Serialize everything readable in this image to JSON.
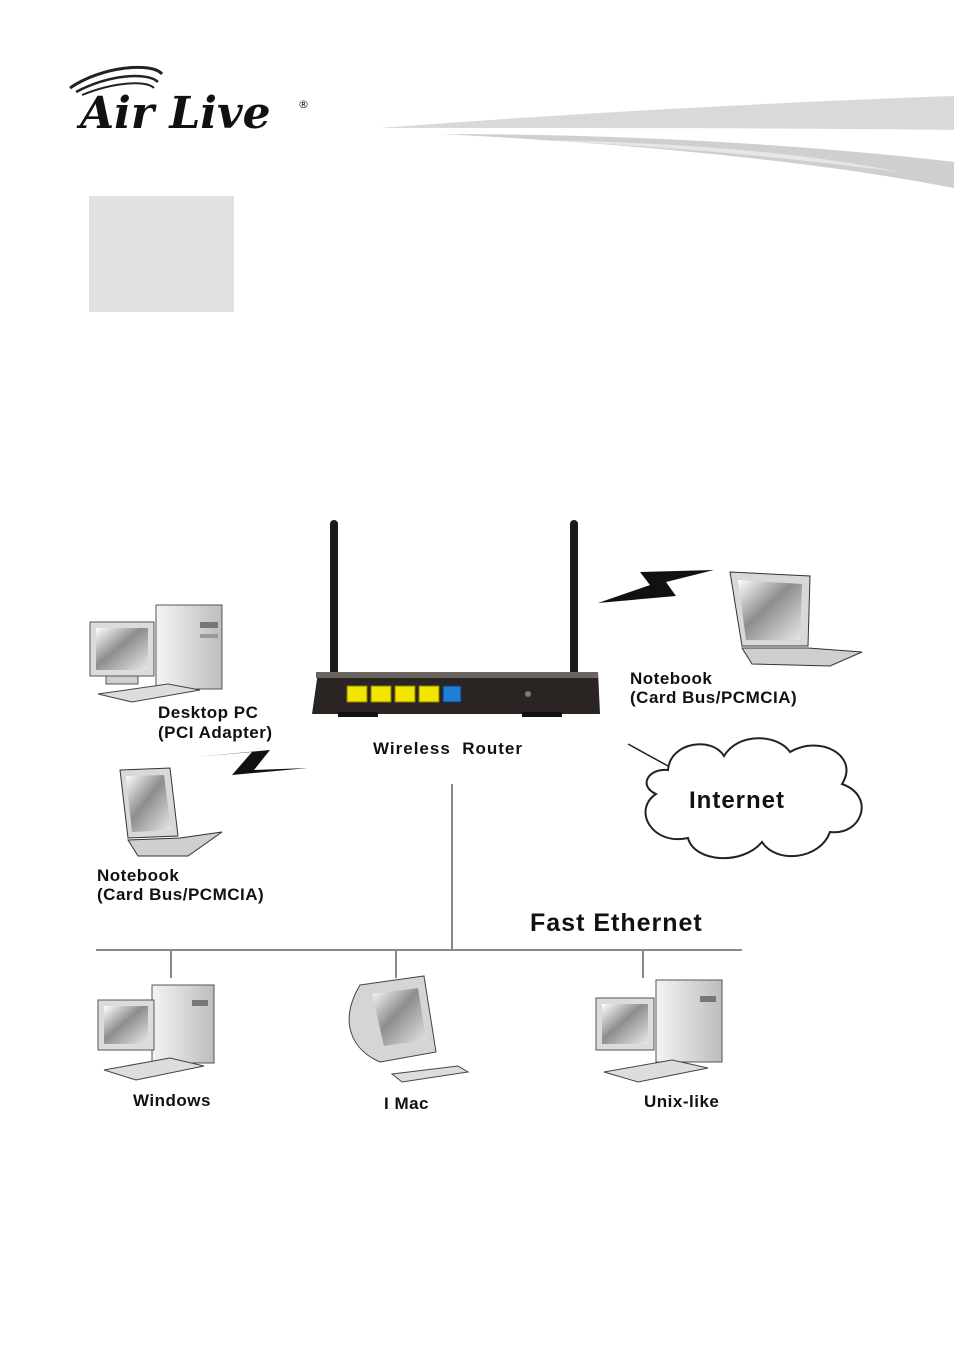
{
  "header": {
    "logo_text": "Air Live",
    "logo_mark": "®"
  },
  "diagram": {
    "labels": {
      "desktop_pc_line1": "Desktop PC",
      "desktop_pc_line2": "(PCI Adapter)",
      "wireless_router": "Wireless  Router",
      "notebook_right_line1": "Notebook",
      "notebook_right_line2": "(Card Bus/PCMCIA)",
      "notebook_left_line1": "Notebook",
      "notebook_left_line2": "(Card Bus/PCMCIA)",
      "internet": "Internet",
      "fast_ethernet": "Fast Ethernet",
      "windows": "Windows",
      "imac": "I Mac",
      "unix_like": "Unix-like"
    },
    "colors": {
      "lan_port": "#f2e600",
      "wan_port": "#1f7fd6",
      "router_body": "#2a2522"
    }
  }
}
